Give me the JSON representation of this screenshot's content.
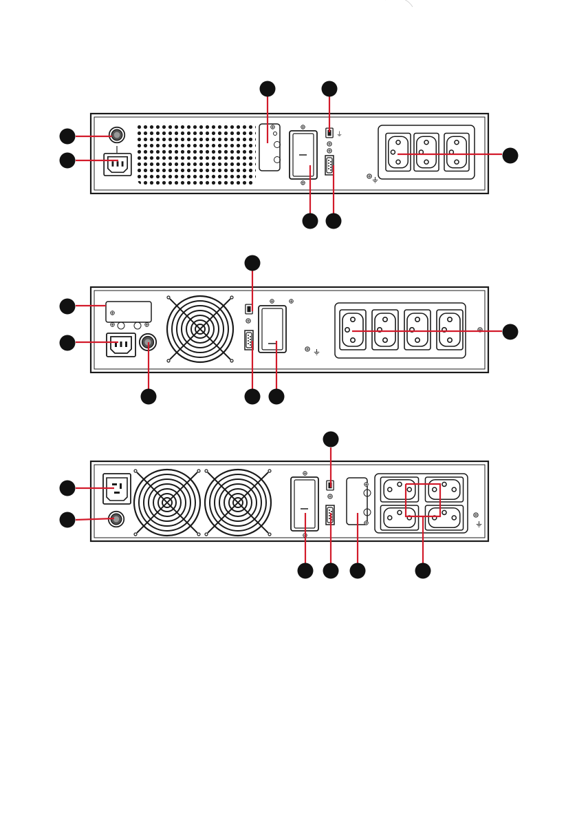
{
  "document": {
    "panels": [
      {
        "id": "panel-1",
        "name": "rear-panel-model-1"
      },
      {
        "id": "panel-2",
        "name": "rear-panel-model-2"
      },
      {
        "id": "panel-3",
        "name": "rear-panel-model-3"
      }
    ],
    "colors": {
      "panel_fill": "#ffffff",
      "panel_stroke": "#1a1a1a",
      "callout": "#d21a2a",
      "callout_marker": "#111111",
      "grille": "#1a1a1a"
    },
    "icons": [
      "ground-icon",
      "usb-icon",
      "power-switch-icon",
      "socket-icon",
      "fan-guard-icon",
      "db9-port-icon"
    ]
  }
}
